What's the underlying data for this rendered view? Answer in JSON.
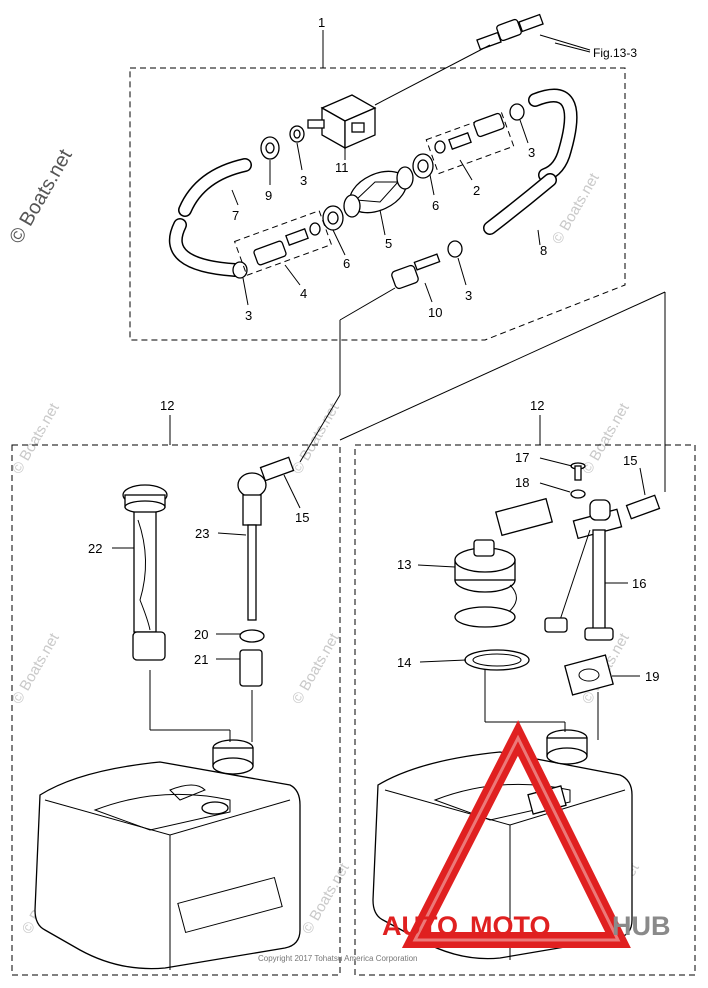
{
  "figure_ref": "Fig.13-3",
  "groups": {
    "hose_assembly": "1",
    "tank_left": "12",
    "tank_right": "12"
  },
  "labels": {
    "p2": "2",
    "p3a": "3",
    "p3b": "3",
    "p3c": "3",
    "p3d": "3",
    "p4": "4",
    "p5": "5",
    "p6a": "6",
    "p6b": "6",
    "p7": "7",
    "p8": "8",
    "p9": "9",
    "p10": "10",
    "p11": "11",
    "p13": "13",
    "p14": "14",
    "p15a": "15",
    "p15b": "15",
    "p16": "16",
    "p17": "17",
    "p18": "18",
    "p19": "19",
    "p20": "20",
    "p21": "21",
    "p22": "22",
    "p23": "23"
  },
  "watermark": "© Boats.net",
  "copyright": "Copyright 2017 Tohatsu America Corporation",
  "logo": {
    "text_part1": "AUTO",
    "text_part2": "MOTO",
    "text_part3": "HUB",
    "color_red": "#e02020",
    "color_gray": "#8a8a8a"
  }
}
